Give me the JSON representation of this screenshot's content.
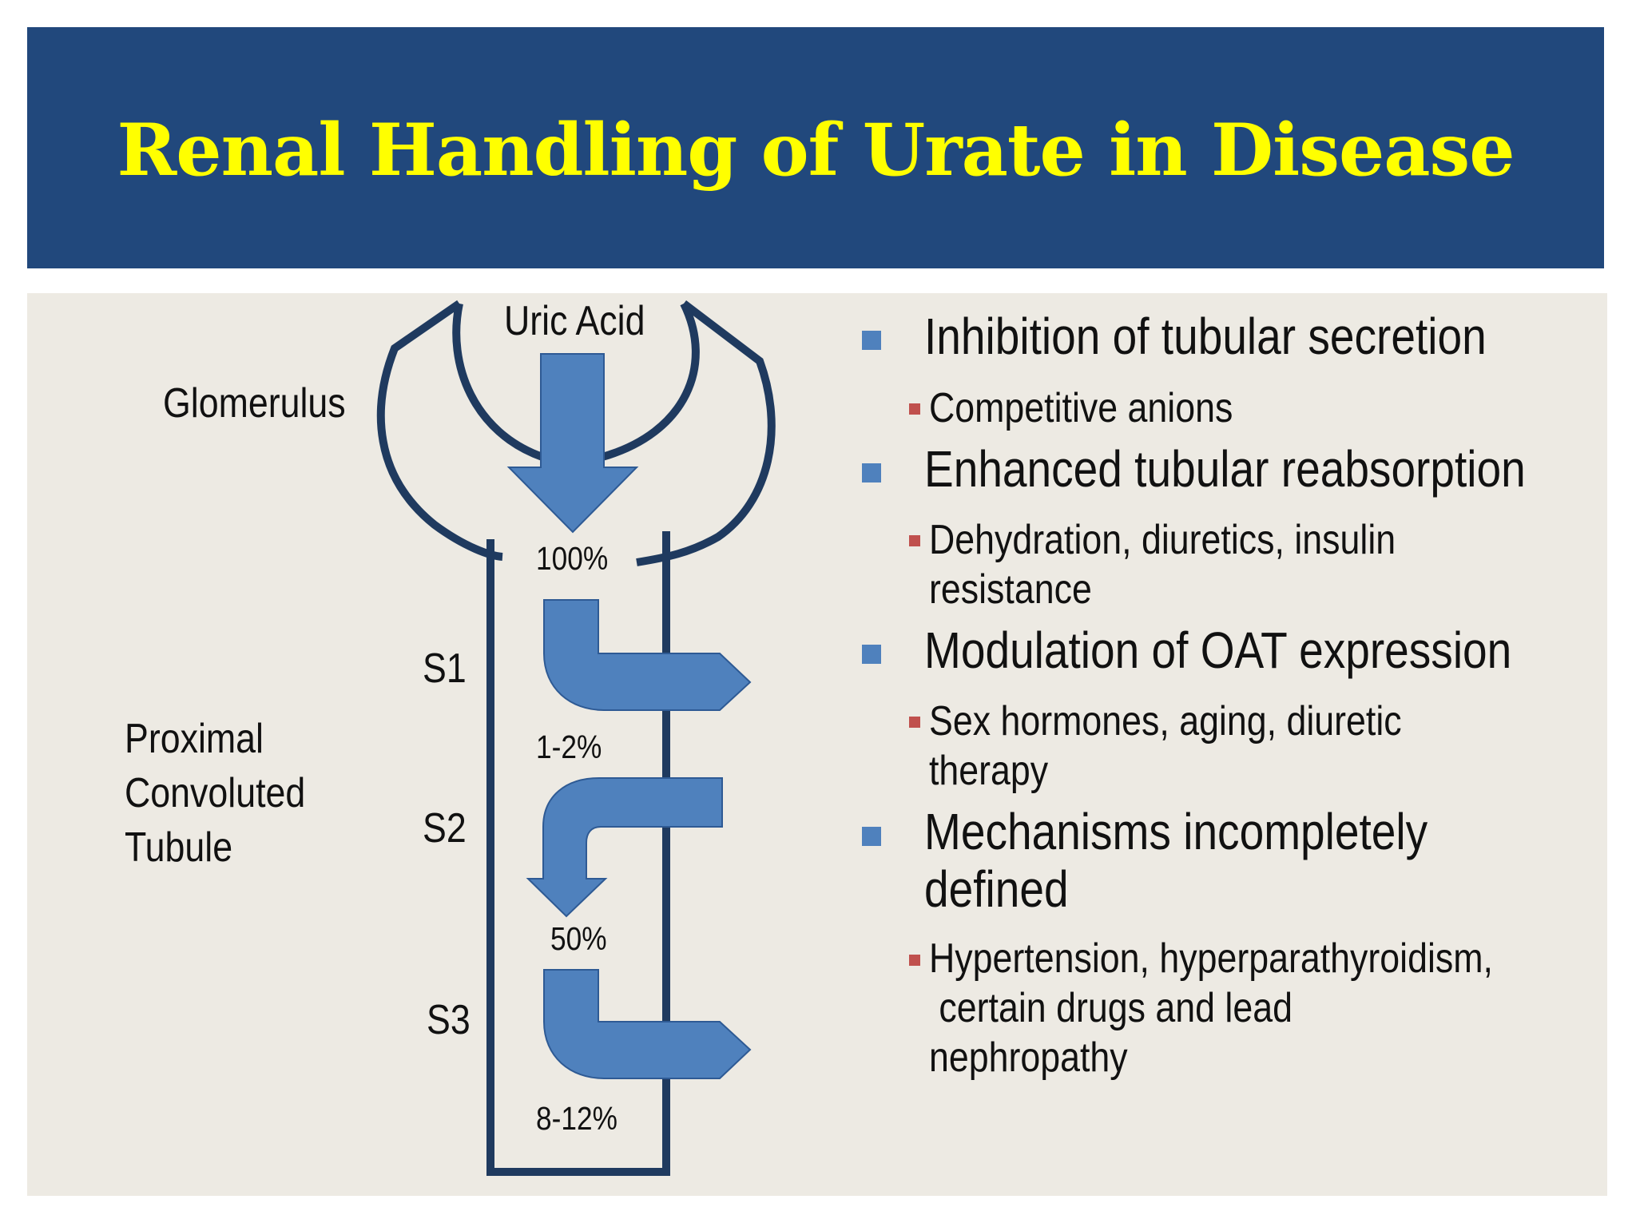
{
  "title": "Renal Handling of Urate in Disease",
  "diagram": {
    "labels": {
      "uric_acid": "Uric Acid",
      "glomerulus": "Glomerulus",
      "pct": {
        "p100": "100%",
        "p1_2": "1-2%",
        "p50": "50%",
        "p8_12": "8-12%"
      },
      "segments": {
        "s1": "S1",
        "s2": "S2",
        "s3": "S3"
      },
      "tubule": [
        "Proximal",
        "Convoluted",
        "Tubule"
      ]
    },
    "colors": {
      "outline": "#1f3a5f",
      "arrow_fill": "#4f81bd",
      "arrow_stroke": "#2e5a94"
    }
  },
  "bullets": [
    {
      "text": "Inhibition of tubular secretion",
      "sub": [
        [
          "Competitive anions"
        ]
      ]
    },
    {
      "text": "Enhanced tubular reabsorption",
      "sub": [
        [
          "Dehydration, diuretics, insulin",
          "resistance"
        ]
      ]
    },
    {
      "text": "Modulation of OAT expression",
      "sub": [
        [
          "Sex hormones, aging, diuretic",
          "therapy"
        ]
      ]
    },
    {
      "text_lines": [
        "Mechanisms incompletely",
        "defined"
      ],
      "sub": [
        [
          "Hypertension, hyperparathyroidism,",
          " certain drugs and lead",
          "nephropathy"
        ]
      ]
    }
  ],
  "colors": {
    "title_bar": "#21487c",
    "title_text": "#ffff00",
    "content_bg": "#edeae3",
    "bullet_square": "#4f81bd",
    "sub_bullet_square": "#c0504d"
  }
}
